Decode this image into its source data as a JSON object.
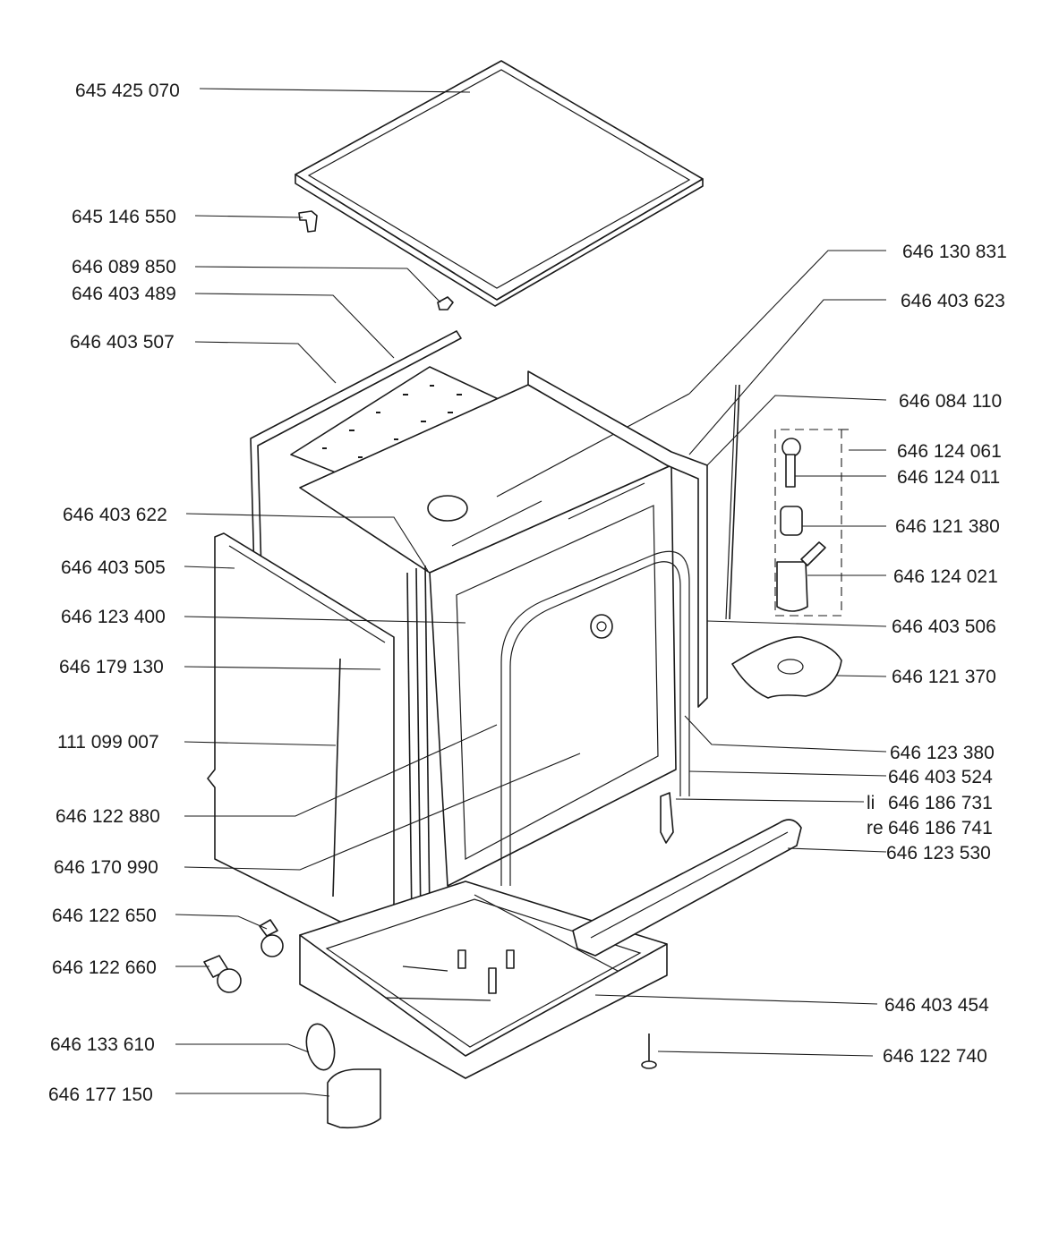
{
  "diagram": {
    "part_numbers": {
      "top_cover": "645 425 070",
      "bracket_small": "645 146 550",
      "clip": "646 089 850",
      "insulation_top": "646 403 489",
      "side_panel_left_rear": "646 403 507",
      "seal_strip_left": "646 403 622",
      "side_panel_left": "646 403 505",
      "hinge_bracket": "646 123 400",
      "gasket_left": "646 179 130",
      "rod": "111 099 007",
      "hose_left": "646 122 880",
      "hose_lower": "646 170 990",
      "foot_a": "646 122 650",
      "foot_b": "646 122 660",
      "grommet": "646 133 610",
      "cover_cap": "646 177 150",
      "top_rail": "646 130 831",
      "rear_strip": "646 403 623",
      "rod_right": "646 084 110",
      "filter_set": "646 124 061",
      "filter_pin": "646 124 011",
      "filter_cup": "646 121 380",
      "filter_basket": "646 124 021",
      "side_panel_right": "646 403 506",
      "sump_plate": "646 121 370",
      "door_hinge": "646 123 380",
      "seal_right": "646 403 524",
      "hinge_arm_li": "646 186 731",
      "hinge_arm_re": "646 186 741",
      "base_rail": "646 123 530",
      "base_frame": "646 403 454",
      "screw": "646 122 740"
    },
    "side_markers": {
      "left": "li",
      "right": "re"
    }
  }
}
